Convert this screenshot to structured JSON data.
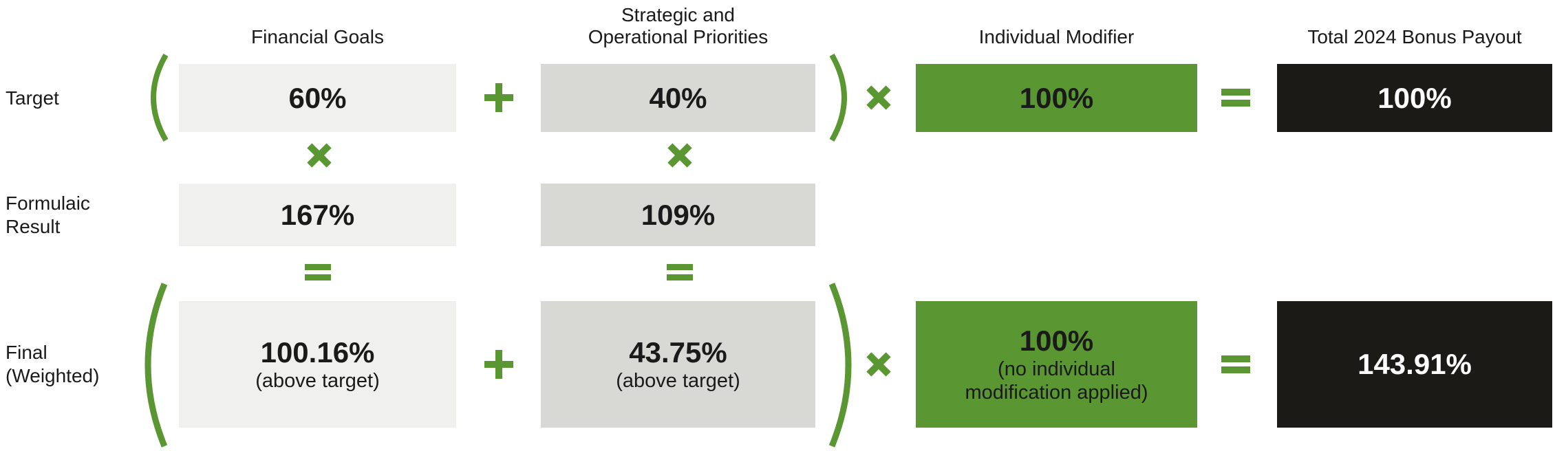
{
  "palette": {
    "green": "#5a9632",
    "light_gray": "#f0f0ee",
    "mid_gray": "#d8d8d4",
    "dark": "#1b1a17",
    "text": "#1a1a1a",
    "white": "#ffffff"
  },
  "headers": {
    "financial_goals": "Financial Goals",
    "strategic_operational": "Strategic and\nOperational Priorities",
    "individual_modifier": "Individual Modifier",
    "total_bonus_payout": "Total 2024 Bonus Payout"
  },
  "row_labels": {
    "target": "Target",
    "formulaic_result": "Formulaic\nResult",
    "final_weighted": "Final\n(Weighted)"
  },
  "target_row": {
    "financial_goals_weight": "60%",
    "strategic_weight": "40%",
    "individual_modifier": "100%",
    "total_bonus_payout": "100%"
  },
  "formulaic_result_row": {
    "financial_goals_result": "167%",
    "strategic_result": "109%"
  },
  "final_weighted_row": {
    "financial_goals": {
      "value": "100.16%",
      "note": "(above target)"
    },
    "strategic": {
      "value": "43.75%",
      "note": "(above target)"
    },
    "individual_modifier": {
      "value": "100%",
      "note": "(no individual\nmodification applied)"
    },
    "total_bonus_payout": {
      "value": "143.91%"
    }
  },
  "operators": {
    "plus": "+",
    "multiply": "×",
    "equals": "=",
    "open_paren": "(",
    "close_paren": ")"
  }
}
